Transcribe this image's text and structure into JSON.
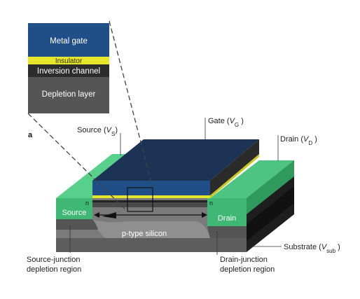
{
  "panel_letter": "a",
  "inset": {
    "metal_gate": "Metal gate",
    "insulator": "Insulator",
    "inversion_channel": "Inversion channel",
    "depletion_layer": "Depletion layer"
  },
  "terminals": {
    "gate": {
      "text": "Gate (",
      "var": "V",
      "sub": "G",
      "close": " )"
    },
    "source": {
      "text": "Source (",
      "var": "V",
      "sub": "S",
      "close": ")"
    },
    "drain": {
      "text": "Drain (",
      "var": "V",
      "sub": "D",
      "close": " )"
    },
    "substrate": {
      "text": "Substrate (",
      "var": "V",
      "sub": "sub",
      "close": " )"
    }
  },
  "regions": {
    "source": "Source",
    "drain": "Drain",
    "n_left": "n",
    "n_right": "n",
    "p_type": "p-type silicon"
  },
  "depletion_labels": {
    "source_line1": "Source-junction",
    "source_line2": "depletion region",
    "drain_line1": "Drain-junction",
    "drain_line2": "depletion region"
  },
  "colors": {
    "metal_gate": "#1f4f86",
    "gate_top": "#1c3355",
    "insulator": "#e6e62a",
    "inversion": "#2c2c2c",
    "depletion": "#555555",
    "source_drain_green": "#3fb875",
    "green_top": "#56d08b",
    "silicon_front": "#7f7f7f",
    "substrate_dark": "#1e1e1e"
  }
}
